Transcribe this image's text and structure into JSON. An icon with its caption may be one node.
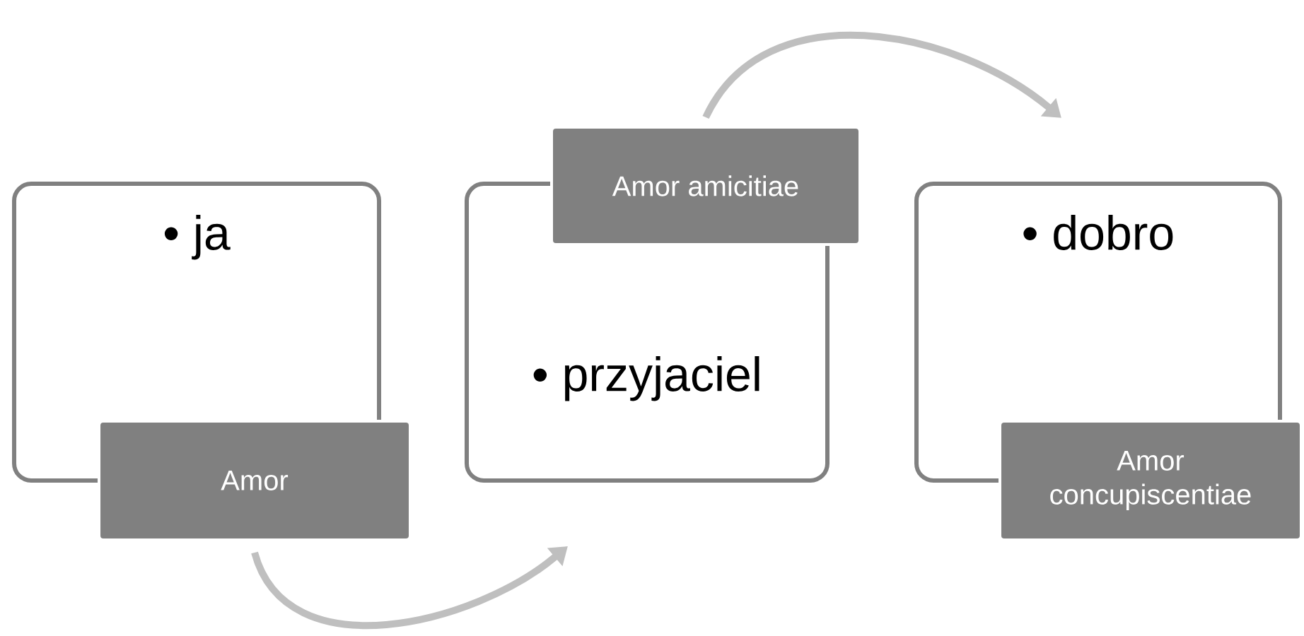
{
  "diagram": {
    "nodes": [
      {
        "text": [
          "• ja"
        ]
      },
      {
        "text": [
          "Amor"
        ]
      },
      {
        "text": [
          "• przyjaciel"
        ]
      },
      {
        "text": [
          "Amor amicitiae"
        ]
      },
      {
        "text": [
          "• dobro"
        ]
      },
      {
        "text": [
          "Amor concupiscentiae"
        ]
      }
    ],
    "edges": [
      {
        "from": 1,
        "to": 2,
        "arrow": "to"
      },
      {
        "from": 3,
        "to": 4,
        "arrow": "to"
      }
    ]
  }
}
